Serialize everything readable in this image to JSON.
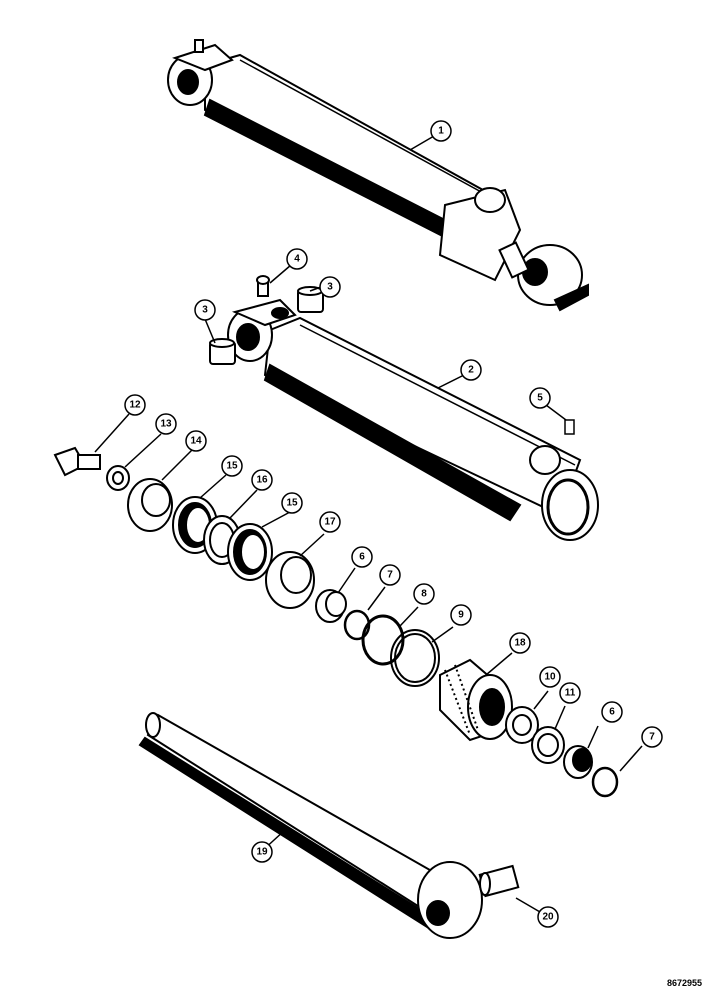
{
  "callouts": [
    {
      "id": "c1",
      "label": "1"
    },
    {
      "id": "c2",
      "label": "2"
    },
    {
      "id": "c3a",
      "label": "3"
    },
    {
      "id": "c3b",
      "label": "3"
    },
    {
      "id": "c4",
      "label": "4"
    },
    {
      "id": "c5",
      "label": "5"
    },
    {
      "id": "c6a",
      "label": "6"
    },
    {
      "id": "c6b",
      "label": "6"
    },
    {
      "id": "c7a",
      "label": "7"
    },
    {
      "id": "c7b",
      "label": "7"
    },
    {
      "id": "c8",
      "label": "8"
    },
    {
      "id": "c9",
      "label": "9"
    },
    {
      "id": "c10",
      "label": "10"
    },
    {
      "id": "c11",
      "label": "11"
    },
    {
      "id": "c12",
      "label": "12"
    },
    {
      "id": "c13",
      "label": "13"
    },
    {
      "id": "c14",
      "label": "14"
    },
    {
      "id": "c15a",
      "label": "15"
    },
    {
      "id": "c15b",
      "label": "15"
    },
    {
      "id": "c16",
      "label": "16"
    },
    {
      "id": "c17",
      "label": "17"
    },
    {
      "id": "c18",
      "label": "18"
    },
    {
      "id": "c19",
      "label": "19"
    },
    {
      "id": "c20",
      "label": "20"
    }
  ],
  "drawing_id": "8672955"
}
